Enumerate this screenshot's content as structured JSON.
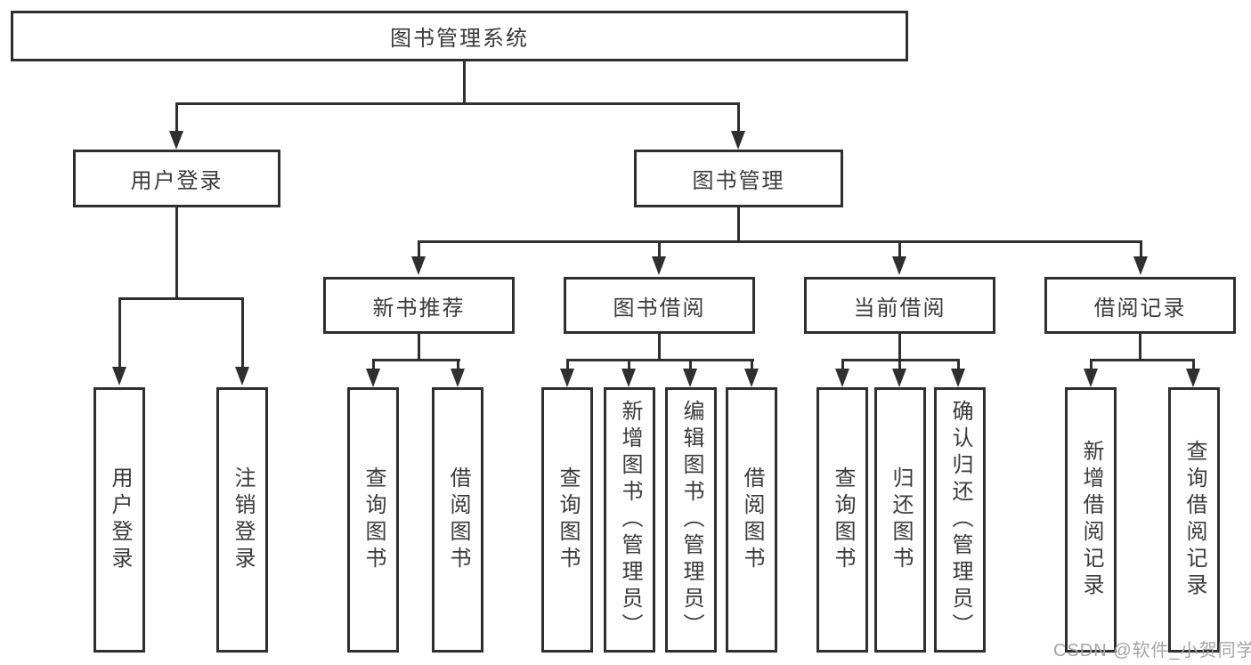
{
  "watermark": {
    "text": "CSDN @软件_小贺同学"
  },
  "tree": {
    "root": {
      "label": "图书管理系统"
    },
    "branches": [
      {
        "label": "用户登录",
        "children": [
          {
            "label": "用户登录"
          },
          {
            "label": "注销登录"
          }
        ]
      },
      {
        "label": "图书管理",
        "sections": [
          {
            "label": "新书推荐",
            "children": [
              {
                "label": "查询图书"
              },
              {
                "label": "借阅图书"
              }
            ]
          },
          {
            "label": "图书借阅",
            "children": [
              {
                "label": "查询图书"
              },
              {
                "label": "新增图书（管理员）"
              },
              {
                "label": "编辑图书（管理员）"
              },
              {
                "label": "借阅图书"
              }
            ]
          },
          {
            "label": "当前借阅",
            "children": [
              {
                "label": "查询图书"
              },
              {
                "label": "归还图书"
              },
              {
                "label": "确认归还（管理员）"
              }
            ]
          },
          {
            "label": "借阅记录",
            "children": [
              {
                "label": "新增借阅记录"
              },
              {
                "label": "查询借阅记录"
              }
            ]
          }
        ]
      }
    ]
  }
}
